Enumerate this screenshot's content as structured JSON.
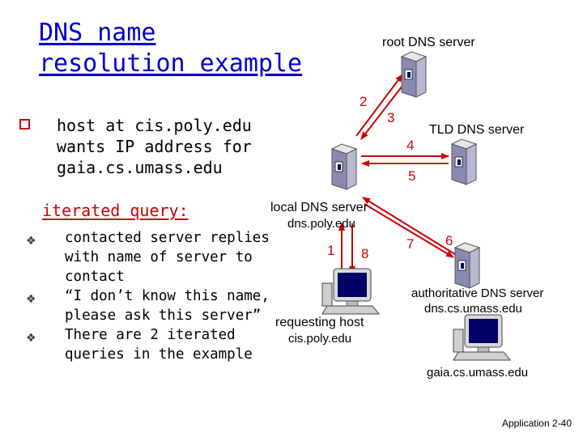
{
  "title": {
    "line1": "DNS name",
    "line2": "resolution example"
  },
  "intro": {
    "line1": "host at cis.poly.edu",
    "line2": "wants IP address for",
    "line3": "gaia.cs.umass.edu"
  },
  "iterated_query": {
    "label": "iterated query:",
    "items": [
      {
        "line1": "contacted server replies",
        "line2": "with name of server to",
        "line3": "contact"
      },
      {
        "line1": "“I don’t know this name,",
        "line2": "please ask this server”"
      },
      {
        "line1": "There are 2 iterated",
        "line2": "queries in the example"
      }
    ]
  },
  "nodes": {
    "root": {
      "label": "root DNS server"
    },
    "tld": {
      "label": "TLD DNS server"
    },
    "local": {
      "label": "local DNS server",
      "host": "dns.poly.edu"
    },
    "requesting": {
      "label": "requesting host",
      "host": "cis.poly.edu"
    },
    "authoritative": {
      "label": "authoritative DNS server",
      "host": "dns.cs.umass.edu"
    },
    "gaia": {
      "host": "gaia.cs.umass.edu"
    }
  },
  "steps": [
    "1",
    "2",
    "3",
    "4",
    "5",
    "6",
    "7",
    "8"
  ],
  "colors": {
    "title": "#0000cc",
    "accent": "#cc0000",
    "server_face": "#7f7fa8",
    "monitor": "#000066"
  },
  "footer": "Application  2-40"
}
